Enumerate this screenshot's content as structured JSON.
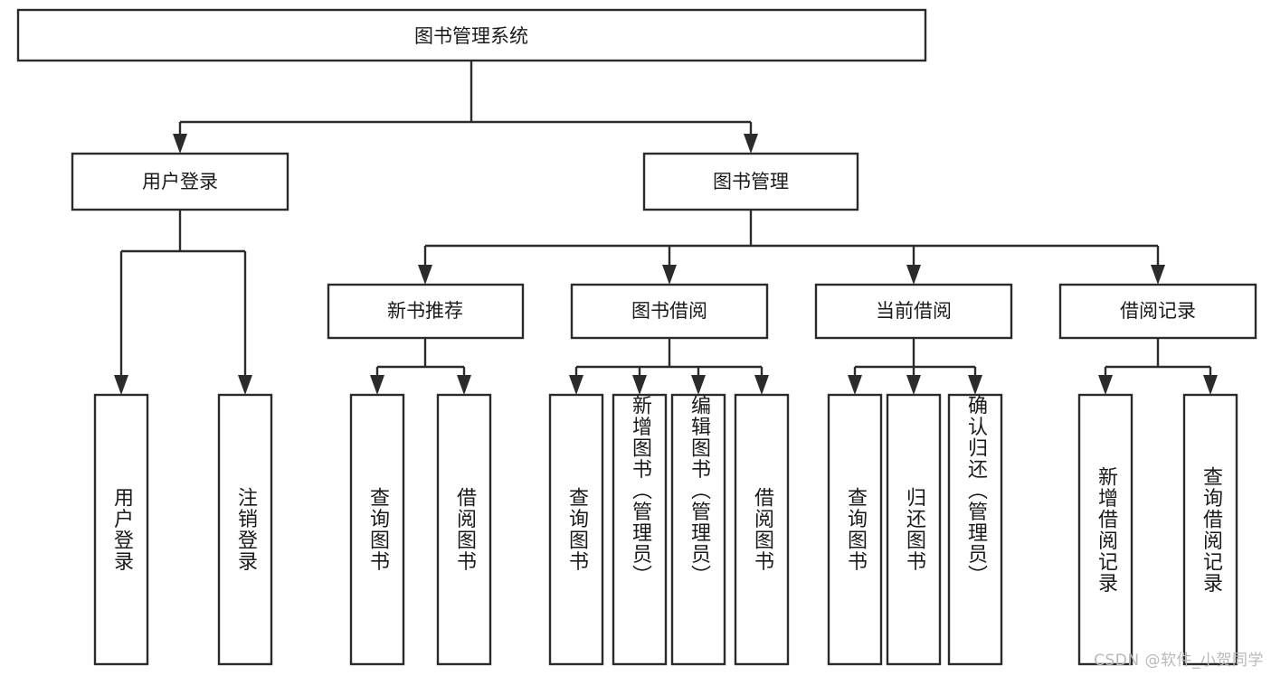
{
  "diagram": {
    "type": "tree-hierarchy",
    "title": "图书管理系统",
    "watermark": "CSDN @软件_小贺同学",
    "colors": {
      "stroke": "#2b2b2b",
      "fill": "#ffffff",
      "text": "#1a1a1a",
      "watermark": "#b9b9b9",
      "background": "#ffffff"
    },
    "levels": {
      "root": {
        "label": "图书管理系统"
      },
      "level2": [
        {
          "label": "用户登录"
        },
        {
          "label": "图书管理"
        }
      ],
      "level3": [
        {
          "label": "新书推荐"
        },
        {
          "label": "图书借阅"
        },
        {
          "label": "当前借阅"
        },
        {
          "label": "借阅记录"
        }
      ],
      "leaves": {
        "user_login": [
          {
            "label": "用户登录"
          },
          {
            "label": "注销登录"
          }
        ],
        "new_book_recommend": [
          {
            "label": "查询图书"
          },
          {
            "label": "借阅图书"
          }
        ],
        "book_borrow": [
          {
            "label": "查询图书"
          },
          {
            "label": "新增图书（管理员）"
          },
          {
            "label": "编辑图书（管理员）"
          },
          {
            "label": "借阅图书"
          }
        ],
        "current_borrow": [
          {
            "label": "查询图书"
          },
          {
            "label": "归还图书"
          },
          {
            "label": "确认归还（管理员）"
          }
        ],
        "borrow_record": [
          {
            "label": "新增借阅记录"
          },
          {
            "label": "查询借阅记录"
          }
        ]
      }
    }
  }
}
